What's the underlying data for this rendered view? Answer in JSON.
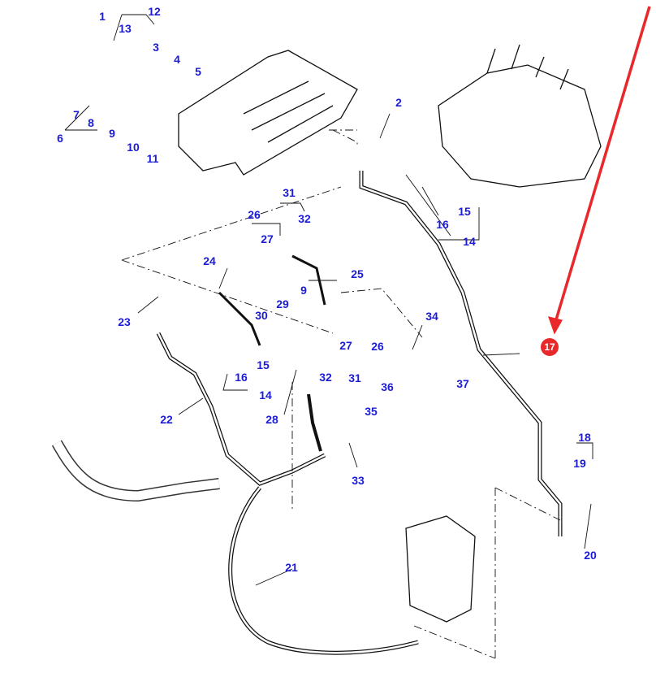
{
  "diagram": {
    "accent_color": "#e8282b",
    "label_color": "#1c1cd6",
    "highlighted_part": "17",
    "callouts": [
      "1",
      "12",
      "13",
      "3",
      "4",
      "5",
      "7",
      "8",
      "9",
      "6",
      "10",
      "11",
      "2",
      "15",
      "16",
      "14",
      "31",
      "26",
      "32",
      "27",
      "24",
      "25",
      "9",
      "23",
      "30",
      "29",
      "34",
      "27",
      "26",
      "15",
      "16",
      "32",
      "31",
      "14",
      "36",
      "37",
      "35",
      "22",
      "28",
      "18",
      "19",
      "33",
      "20",
      "21"
    ]
  }
}
